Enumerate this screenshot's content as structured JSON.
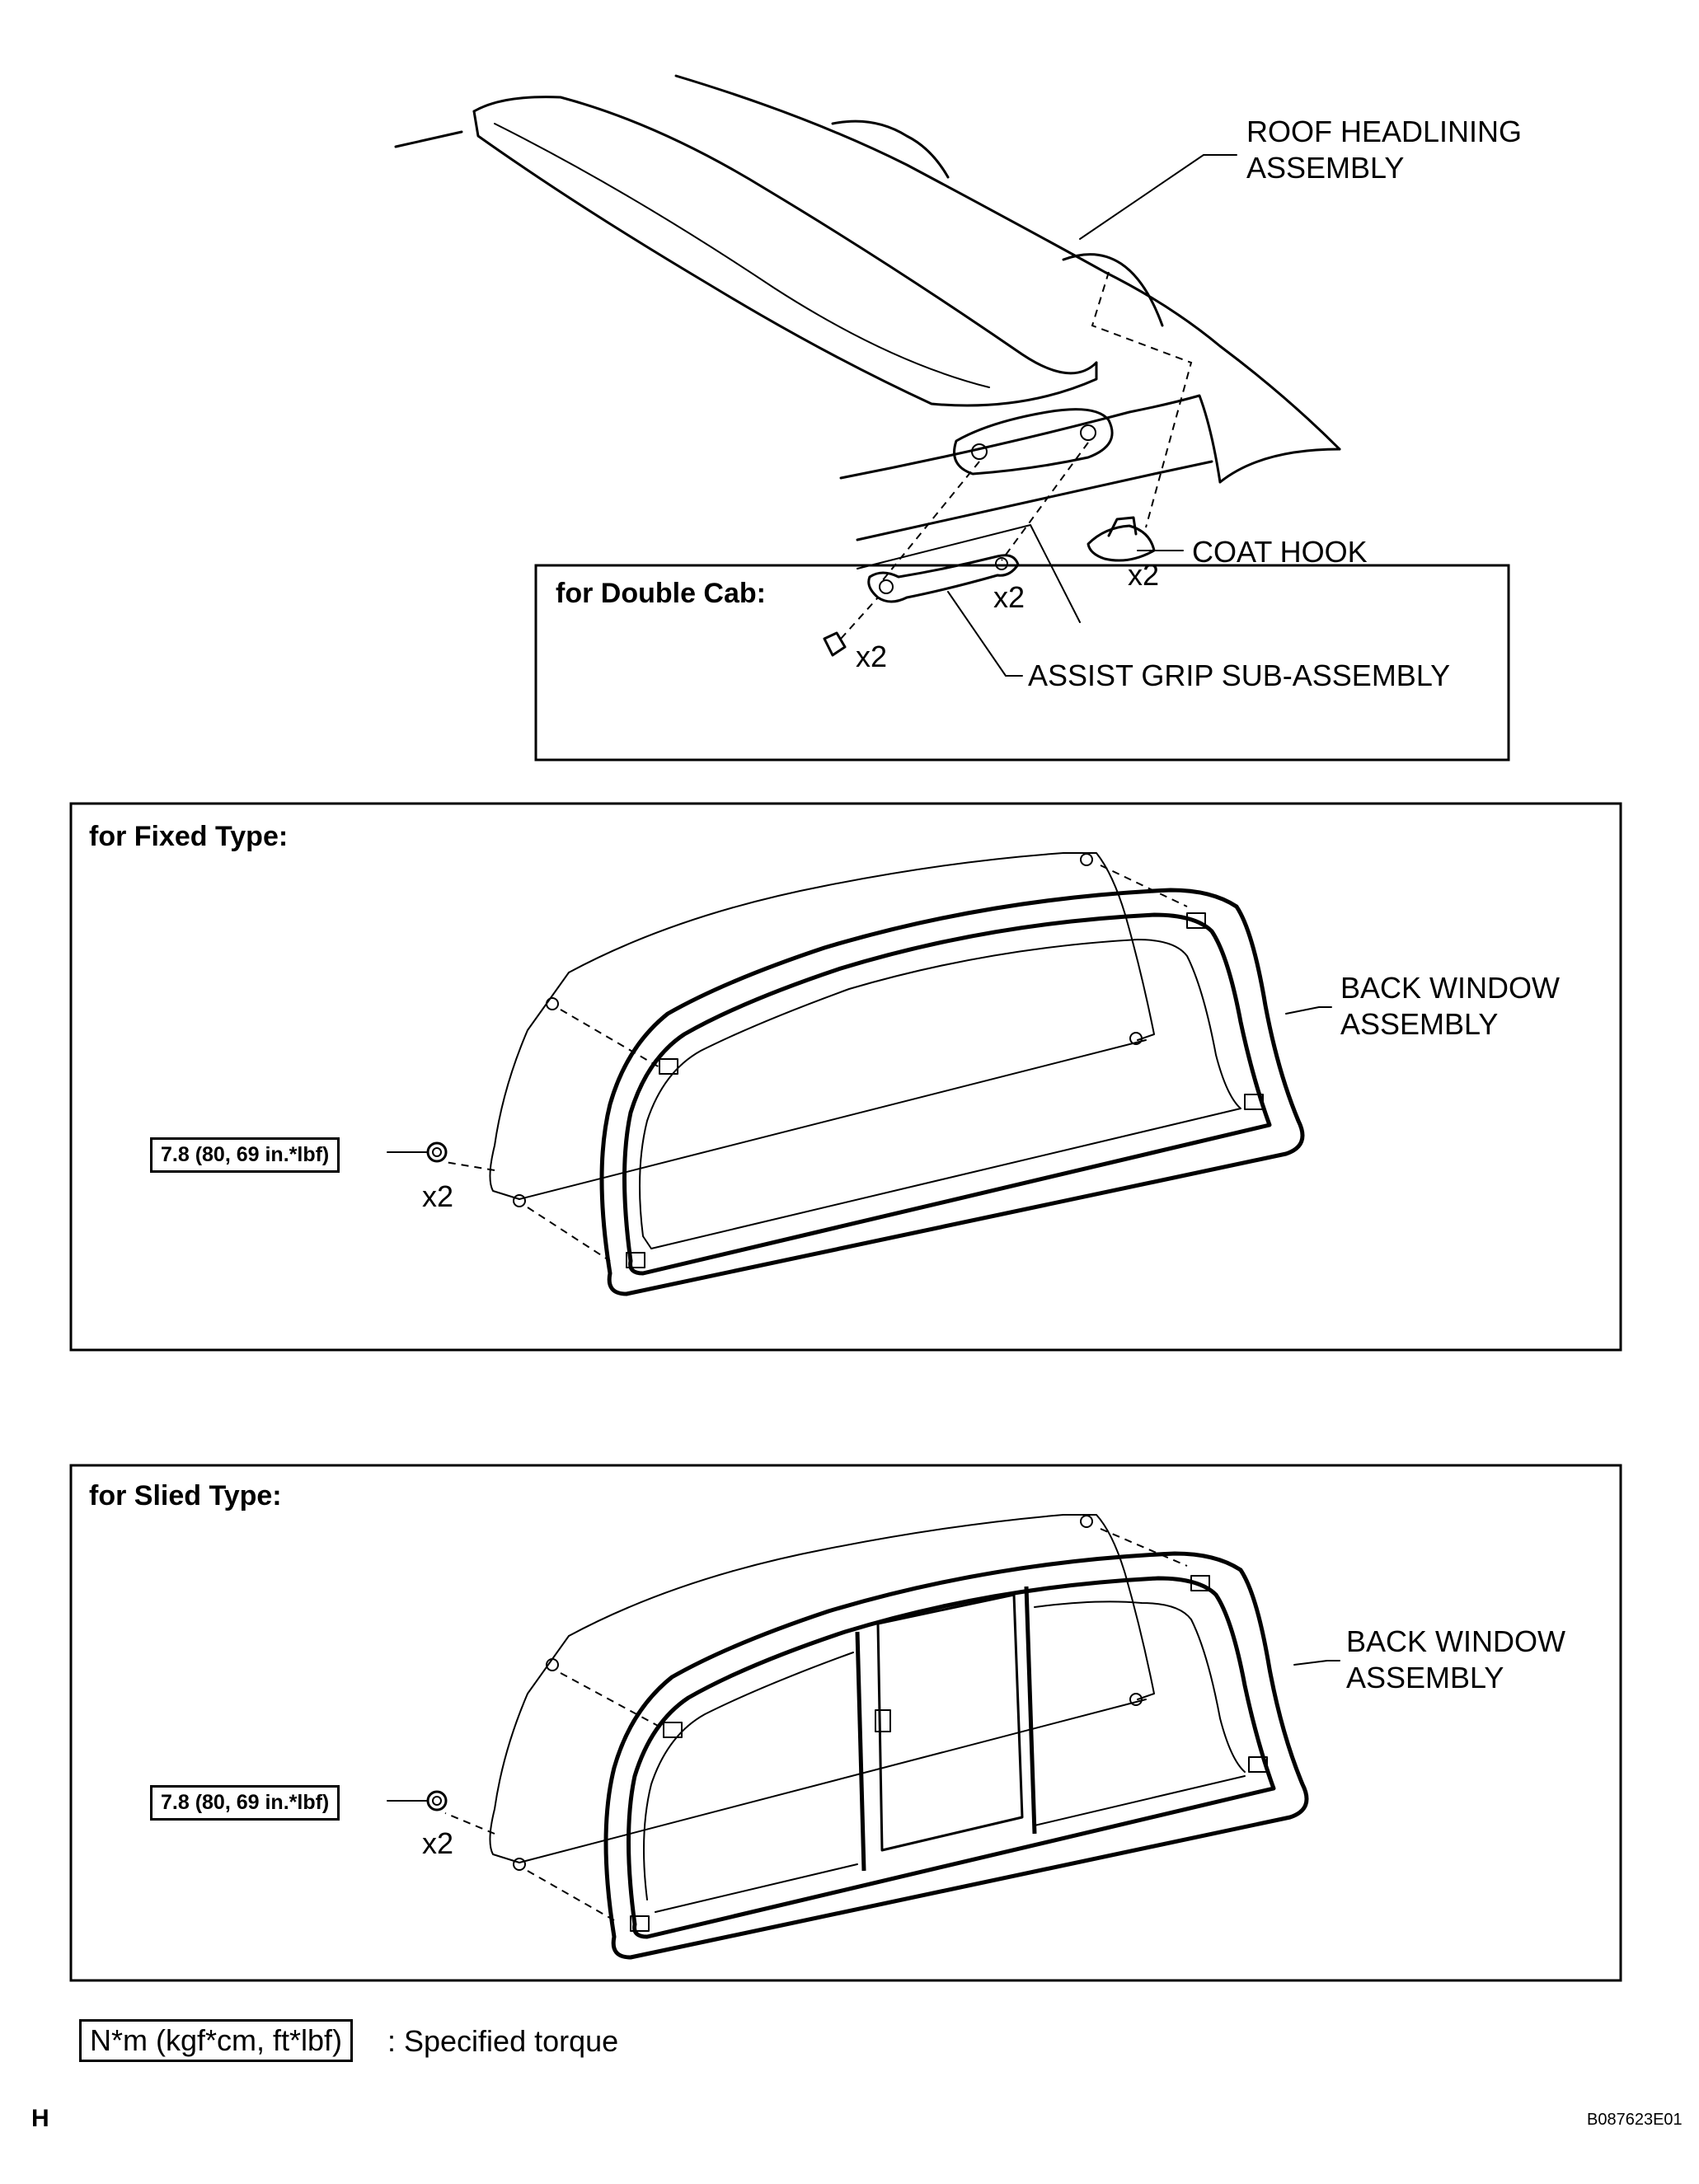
{
  "top_section": {
    "roof_headlining": "ROOF HEADLINING\nASSEMBLY",
    "coat_hook": "COAT HOOK",
    "coat_hook_qty": "x2",
    "double_cab_title": "for Double Cab:",
    "assist_grip": "ASSIST GRIP SUB-ASSEMBLY",
    "grip_qty": "x2",
    "screw_qty": "x2"
  },
  "fixed_section": {
    "title": "for Fixed Type:",
    "back_window": "BACK WINDOW\nASSEMBLY",
    "torque": "7.8 (80, 69 in.*lbf)",
    "nut_qty": "x2"
  },
  "slide_section": {
    "title": "for Slied Type:",
    "back_window": "BACK WINDOW\nASSEMBLY",
    "torque": "7.8 (80, 69 in.*lbf)",
    "nut_qty": "x2"
  },
  "legend": {
    "unit_box": "N*m (kgf*cm, ft*lbf)",
    "meaning": ": Specified torque"
  },
  "footer": {
    "left": "H",
    "code": "B087623E01"
  }
}
